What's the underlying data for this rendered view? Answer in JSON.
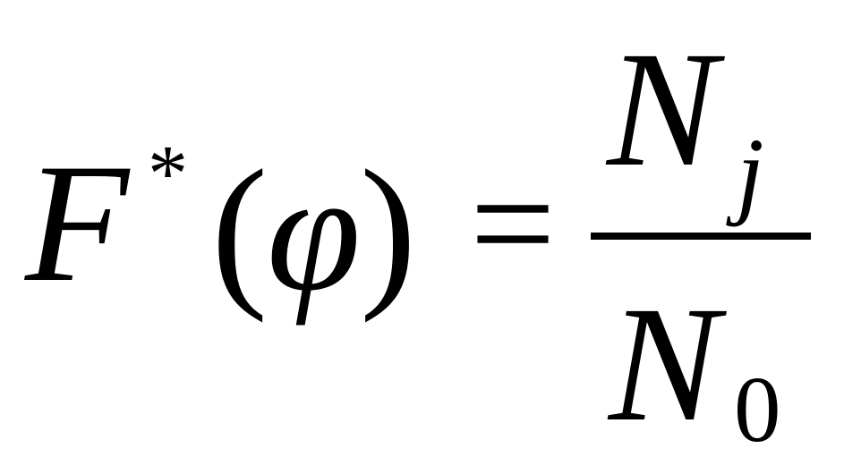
{
  "formula": {
    "lhs": {
      "function": "F",
      "superscript": "*",
      "open_paren": "(",
      "argument": "φ",
      "close_paren": ")"
    },
    "equals": "=",
    "rhs": {
      "numerator": {
        "base": "N",
        "subscript": "j"
      },
      "denominator": {
        "base": "N",
        "subscript": "0"
      }
    }
  }
}
